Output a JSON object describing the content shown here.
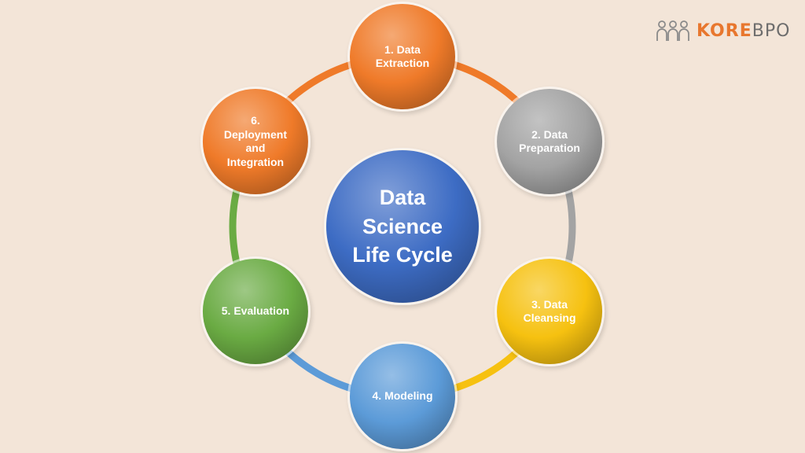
{
  "logo": {
    "text_primary": "KORE",
    "text_secondary": "BPO",
    "icon": "people-group-icon",
    "primary_color": "#e8772e",
    "secondary_color": "#6d6d6d"
  },
  "diagram": {
    "center": {
      "label": "Data\nScience\nLife Cycle",
      "color": "#3d6cc4"
    },
    "stages": [
      {
        "label": "1. Data\nExtraction",
        "color": "#ef7a29"
      },
      {
        "label": "2. Data\nPreparation",
        "color": "#a3a3a3"
      },
      {
        "label": "3. Data\nCleansing",
        "color": "#f6c110"
      },
      {
        "label": "4. Modeling",
        "color": "#5c9bd8"
      },
      {
        "label": "5. Evaluation",
        "color": "#6aab43"
      },
      {
        "label": "6.\nDeployment\nand\nIntegration",
        "color": "#ef7a29"
      }
    ]
  }
}
